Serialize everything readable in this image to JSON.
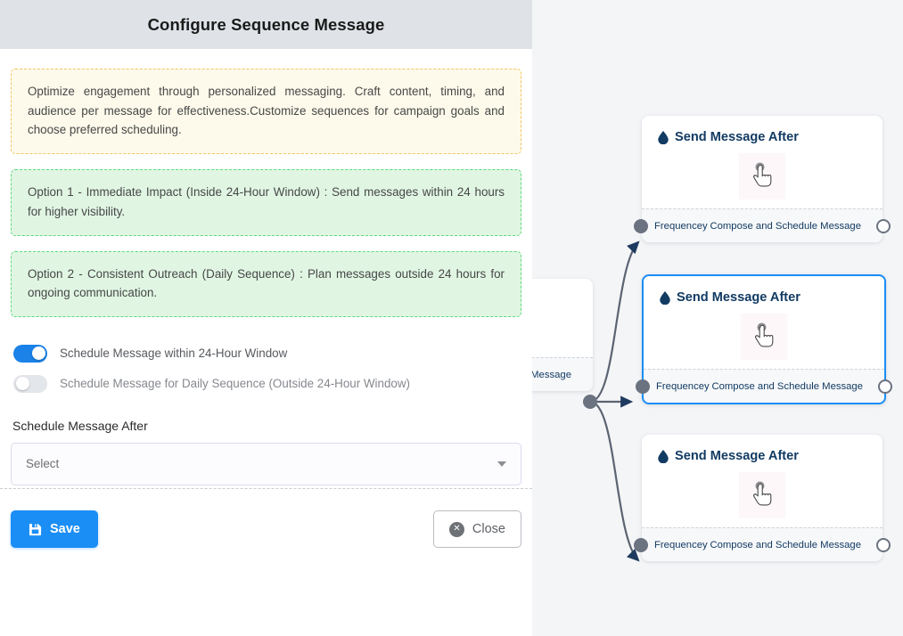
{
  "dialog": {
    "title": "Configure Sequence Message",
    "info_note": "Optimize engagement through personalized messaging. Craft content, timing, and audience per message for effectiveness.Customize sequences for campaign goals and choose preferred scheduling.",
    "option_1": "Option 1 - Immediate Impact (Inside 24-Hour Window) : Send messages within 24 hours for higher visibility.",
    "option_2": "Option 2 - Consistent Outreach (Daily Sequence) : Plan messages outside 24 hours for ongoing communication.",
    "toggles": [
      {
        "label": "Schedule Message within 24-Hour Window",
        "state": "on"
      },
      {
        "label": "Schedule Message for Daily Sequence (Outside 24-Hour Window)",
        "state": "off"
      }
    ],
    "field": {
      "label": "Schedule Message After",
      "value": "Select",
      "caret_icon": "chevron-down-icon"
    },
    "footer": {
      "save_label": "Save",
      "save_icon": "floppy-disk-icon",
      "close_label": "Close",
      "close_icon": "x-circle-icon"
    }
  },
  "canvas": {
    "nodes": [
      {
        "title": "Send Message After",
        "title_icon": "droplet-icon",
        "body_icon": "pointing-hand-cursor-icon",
        "foot_left": "Frequencey",
        "foot_right": "Compose and Schedule Message",
        "selected": false
      },
      {
        "title": "Send Message After",
        "title_icon": "droplet-icon",
        "body_icon": "pointing-hand-cursor-icon",
        "foot_left": "Frequencey",
        "foot_right": "Compose and Schedule Message",
        "selected": true
      },
      {
        "title": "Send Message After",
        "title_icon": "droplet-icon",
        "body_icon": "pointing-hand-cursor-icon",
        "foot_left": "Frequencey",
        "foot_right": "Compose and Schedule Message",
        "selected": false
      }
    ],
    "partial_node": {
      "foot_right": "ce Message"
    }
  },
  "colors": {
    "accent_blue": "#1a8ef5",
    "header_grey": "#dfe3e8",
    "note_yellow_bg": "#fdfaeb",
    "note_yellow_border": "#f5c462",
    "note_green_bg": "#e0f6e3",
    "note_green_border": "#5ed97a",
    "node_title": "#123b63",
    "edge_grey": "#5b6472",
    "canvas_bg": "#f4f5f7"
  }
}
